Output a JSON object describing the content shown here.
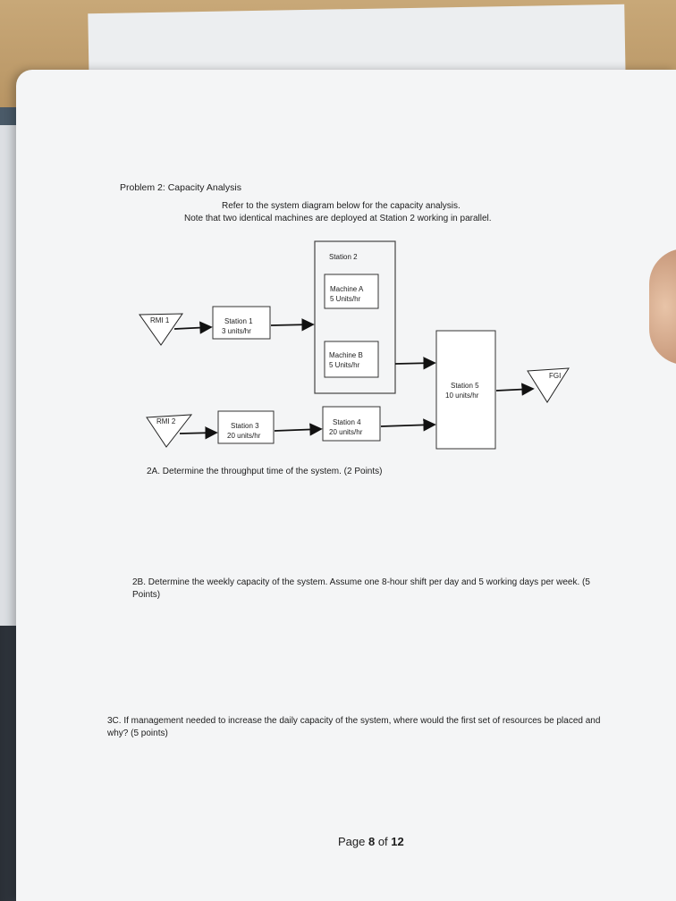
{
  "problem_title": "Problem 2:  Capacity Analysis",
  "intro_line1": "Refer to the system diagram below for the capacity analysis.",
  "intro_line2": "Note that two identical machines are deployed at Station 2 working in parallel.",
  "diagram": {
    "station2_title": "Station 2",
    "machine_a": {
      "name": "Machine A",
      "rate": "5 Units/hr"
    },
    "machine_b": {
      "name": "Machine B",
      "rate": "5 Units/hr"
    },
    "rmi1": "RMI 1",
    "rmi2": "RMI 2",
    "station1": {
      "name": "Station 1",
      "rate": "3  units/hr"
    },
    "station3": {
      "name": "Station 3",
      "rate": "20 units/hr"
    },
    "station4": {
      "name": "Station 4",
      "rate": "20 units/hr"
    },
    "station5": {
      "name": "Station 5",
      "rate": "10 units/hr"
    },
    "fgi": "FGI"
  },
  "q2a": "2A. Determine the throughput time of the system.  (2 Points)",
  "q2b": "2B. Determine the weekly capacity of the system.  Assume one 8-hour shift per day and 5 working days per week.  (5 Points)",
  "q3c": "3C. If management needed to increase the daily capacity of the system, where would the first set of resources be placed and why?  (5 points)",
  "footer": {
    "prefix": "Page ",
    "page": "8",
    "middle": " of ",
    "total": "12"
  }
}
